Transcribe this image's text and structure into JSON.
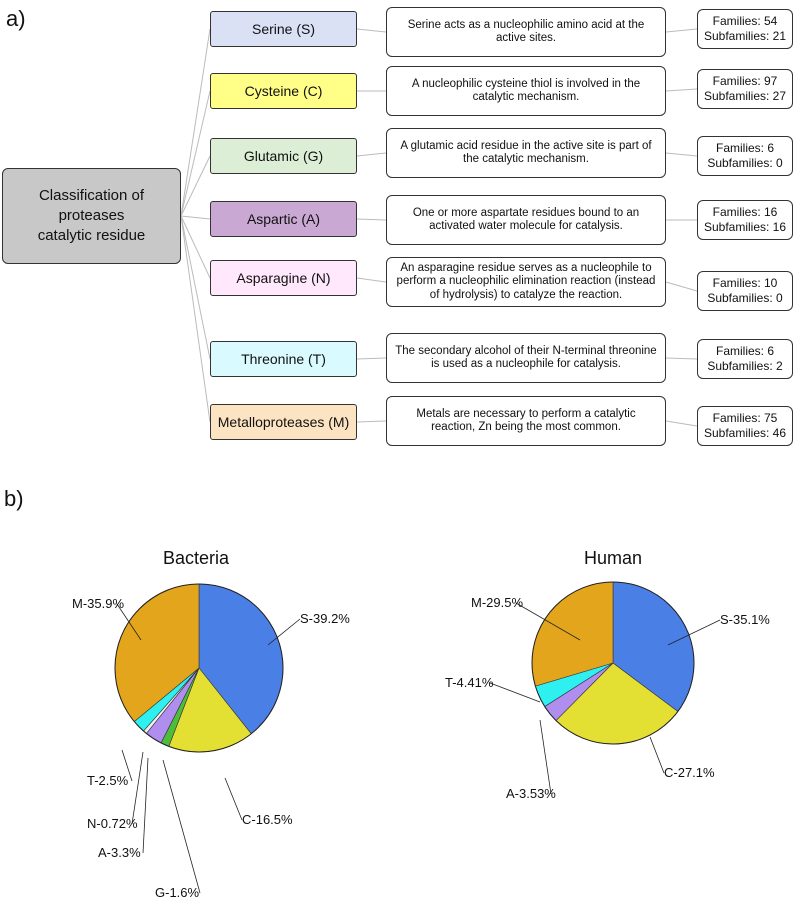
{
  "panel_a_label": "a)",
  "panel_b_label": "b)",
  "root": {
    "line1": "Classification of",
    "line2": "proteases",
    "line3": "catalytic residue"
  },
  "count_labels": {
    "families": "Families:",
    "subfamilies": "Subfamilies:"
  },
  "classes": [
    {
      "name": "Serine  (S)",
      "color": "#dbe1f4",
      "description": "Serine acts as a nucleophilic amino acid at the active sites.",
      "families": 54,
      "subfamilies": 21
    },
    {
      "name": "Cysteine  (C)",
      "color": "#ffff88",
      "description": "A nucleophilic cysteine thiol is involved in the catalytic mechanism.",
      "families": 97,
      "subfamilies": 27
    },
    {
      "name": "Glutamic (G)",
      "color": "#dcefd6",
      "description": "A glutamic acid residue in the active site is part of the catalytic mechanism.",
      "families": 6,
      "subfamilies": 0
    },
    {
      "name": "Aspartic (A)",
      "color": "#c9a8d4",
      "description": "One or more aspartate residues bound to an activated water molecule for catalysis.",
      "families": 16,
      "subfamilies": 16
    },
    {
      "name": "Asparagine (N)",
      "color": "#ffe8fc",
      "description": "An asparagine residue serves as a nucleophile to perform a nucleophilic elimination reaction (instead of hydrolysis) to catalyze the reaction.",
      "families": 10,
      "subfamilies": 0
    },
    {
      "name": "Threonine (T)",
      "color": "#d9fbff",
      "description": "The secondary alcohol of their N-terminal threonine is used as a nucleophile for catalysis.",
      "families": 6,
      "subfamilies": 2
    },
    {
      "name": "Metalloproteases (M)",
      "color": "#fce3c2",
      "description": "Metals are necessary to perform a catalytic reaction,  Zn being the most common.",
      "families": 75,
      "subfamilies": 46
    }
  ],
  "chart_data": [
    {
      "type": "pie",
      "title": "Bacteria",
      "slices": [
        {
          "label": "S-39.2%",
          "value": 39.2,
          "color": "#4a7fe6"
        },
        {
          "label": "C-16.5%",
          "value": 16.5,
          "color": "#e3e033"
        },
        {
          "label": "G-1.6%",
          "value": 1.6,
          "color": "#4fbd3c"
        },
        {
          "label": "A-3.3%",
          "value": 3.3,
          "color": "#b08ef0"
        },
        {
          "label": "N-0.72%",
          "value": 0.72,
          "color": "#f0f0f0"
        },
        {
          "label": "T-2.5%",
          "value": 2.5,
          "color": "#2ff0f0"
        },
        {
          "label": "M-35.9%",
          "value": 35.9,
          "color": "#e2a51c"
        }
      ]
    },
    {
      "type": "pie",
      "title": "Human",
      "slices": [
        {
          "label": "S-35.1%",
          "value": 35.1,
          "color": "#4a7fe6"
        },
        {
          "label": "C-27.1%",
          "value": 27.1,
          "color": "#e3e033"
        },
        {
          "label": "A-3.53%",
          "value": 3.53,
          "color": "#b08ef0"
        },
        {
          "label": "T-4.41%",
          "value": 4.41,
          "color": "#2ff0f0"
        },
        {
          "label": "M-29.5%",
          "value": 29.5,
          "color": "#e2a51c"
        }
      ]
    }
  ]
}
